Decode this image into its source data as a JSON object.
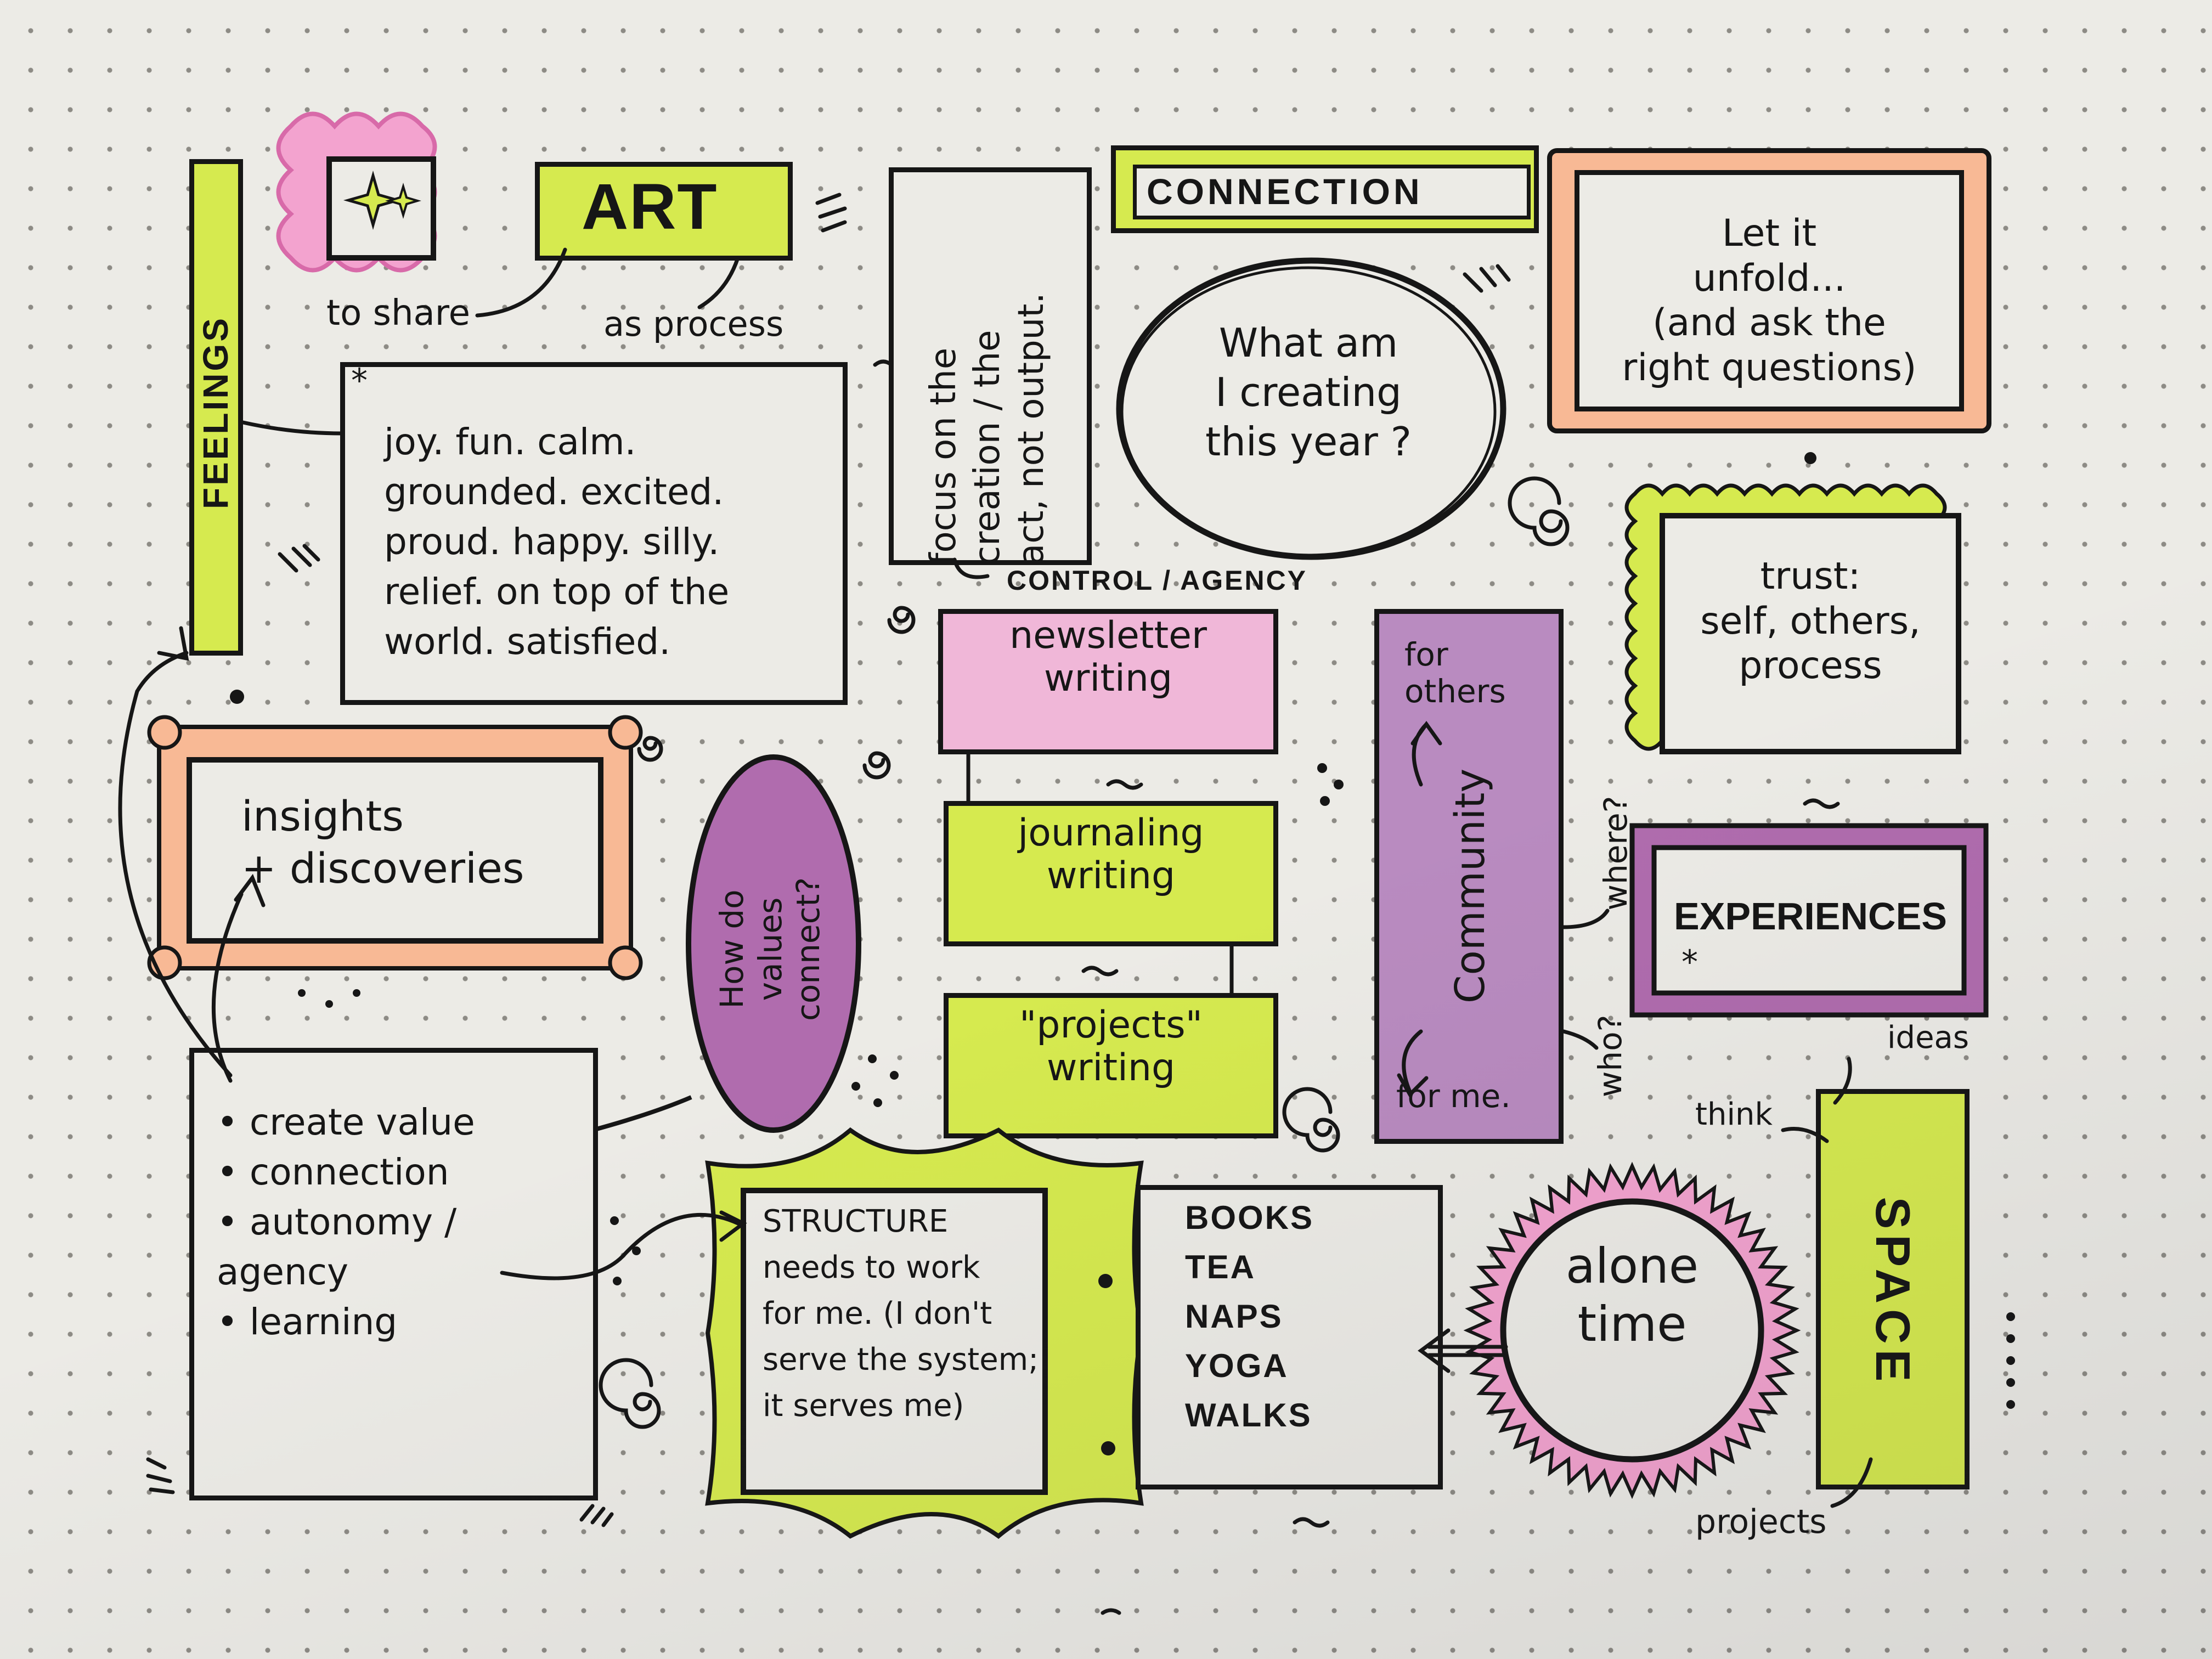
{
  "colors": {
    "paper": "#ecebe6",
    "ink": "#161616",
    "lime": "#d6ea4f",
    "pink": "#f3a3cf",
    "peach": "#f8b995",
    "purple": "#b06cae"
  },
  "nodes": {
    "feelings": "FEELINGS",
    "art": "ART",
    "art_to_share": "to share",
    "art_as_process": "as process",
    "feelings_list": "joy. fun. calm.\ngrounded. excited.\nproud. happy. silly.\nrelief. on top of the\nworld. satisfied.",
    "asterisk": "*",
    "focus_creation": "focus on the\ncreation / the\nact, not output.",
    "connection": "CONNECTION",
    "what_am_i_creating": "What am\nI creating\nthis year ?",
    "let_it_unfold": "Let it\nunfold...\n(and ask the\nright questions)",
    "control_agency": "CONTROL / AGENCY",
    "newsletter_writing": "newsletter\nwriting",
    "journaling_writing": "journaling\nwriting",
    "projects_writing": "\"projects\"\nwriting",
    "community": "Community",
    "for_others": "for\nothers",
    "for_me": "for me.",
    "where": "where?",
    "who": "who?",
    "trust": "trust:\nself, others,\nprocess",
    "experiences": "EXPERIENCES",
    "experiences_asterisk": "*",
    "insights": "insights\n+ discoveries",
    "how_do_values_connect": "How do\nvalues\nconnect?",
    "values_list": "• create value\n• connection\n• autonomy /\n   agency\n• learning",
    "structure": "STRUCTURE\nneeds to work\nfor me. (I don't\nserve the system;\nit serves me)",
    "self_care_list": "BOOKS\nTEA\nNAPS\nYOGA\nWALKS",
    "alone_time": "alone\ntime",
    "space": "SPACE",
    "space_ideas": "ideas",
    "space_think": "think",
    "space_projects": "projects"
  }
}
